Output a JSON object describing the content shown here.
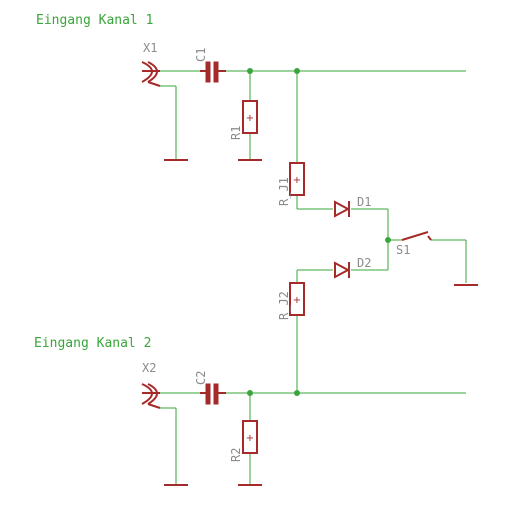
{
  "title_channel1": "Eingang Kanal 1",
  "title_channel2": "Eingang Kanal 2",
  "components": {
    "x1": "X1",
    "x2": "X2",
    "c1": "C1",
    "c2": "C2",
    "r1": "R1",
    "r2": "R2",
    "rj1": "R_J1",
    "rj2": "R_J2",
    "d1": "D1",
    "d2": "D2",
    "s1": "S1"
  },
  "colors": {
    "wire": "#3aa53a",
    "part": "#a52a2a",
    "label": "#8b8b8b",
    "text": "#3aa53a"
  }
}
